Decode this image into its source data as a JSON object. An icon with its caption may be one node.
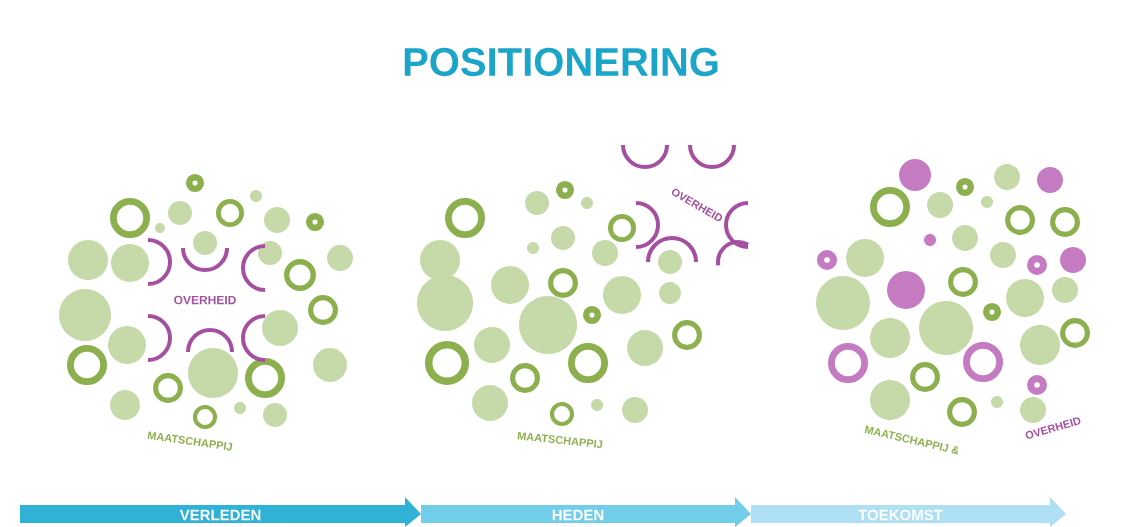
{
  "diagram": {
    "title": "POSITIONERING",
    "nodes": [
      {
        "text": [
          "VERLEDEN"
        ]
      },
      {
        "text": [
          "HEDEN"
        ]
      },
      {
        "text": [
          "TOEKOMST"
        ]
      }
    ],
    "labels": [
      "OVERHEID",
      "MAATSCHAPPIJ",
      "OVERHEID",
      "MAATSCHAPPIJ",
      "MAATSCHAPPIJ &",
      "OVERHEID"
    ]
  }
}
